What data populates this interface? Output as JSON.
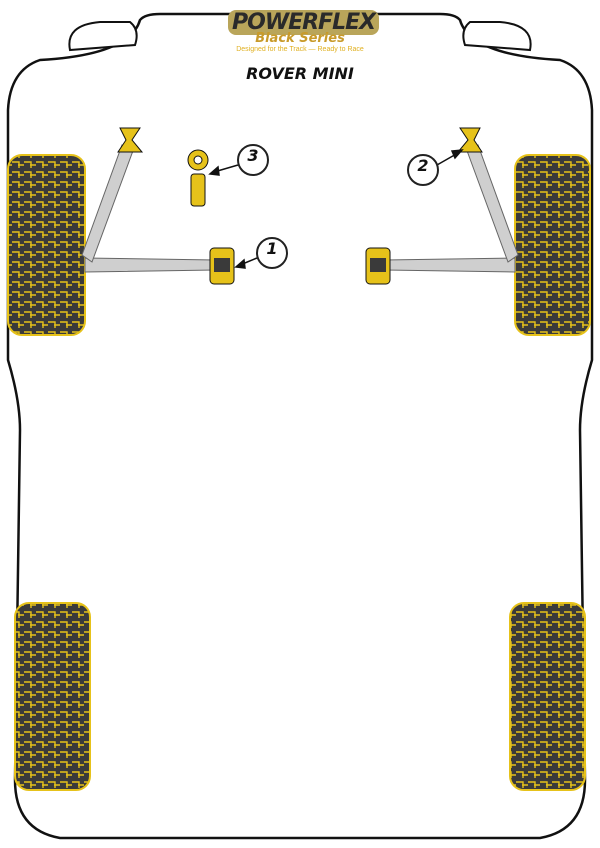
{
  "logo": {
    "name": "POWERFLEX",
    "series": "Black Series",
    "tagline": "Designed for the Track — Ready to Race"
  },
  "model": "ROVER MINI",
  "callouts": [
    "1",
    "2",
    "3"
  ],
  "colors": {
    "wheel_fill": "#3a3a3a",
    "wheel_pattern": "#e6c21a",
    "bush": "#e6c21a",
    "arm": "#cfcfcf",
    "outline": "#111111"
  }
}
